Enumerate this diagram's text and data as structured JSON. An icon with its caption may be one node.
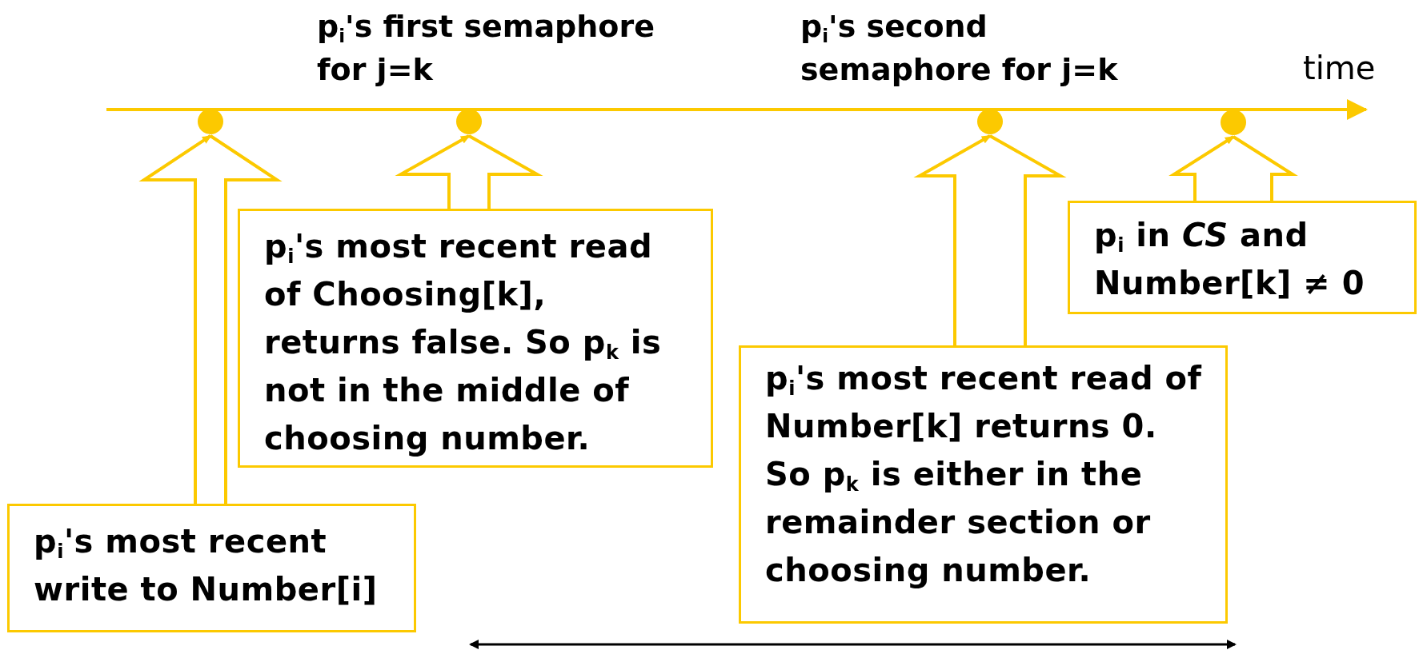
{
  "diagram": {
    "nodes": [
      {
        "text": [],
        "shape": "circle"
      },
      {
        "text": [],
        "shape": "circle",
        "beside": [
          "p$_{i}$'s first semaphore for j=k"
        ]
      },
      {
        "text": [],
        "shape": "circle",
        "beside": [
          "p$_{i}$'s second semaphore for j=k"
        ]
      },
      {
        "text": [],
        "shape": "circle"
      },
      {
        "text": [
          "p$_{i}$'s most recent write to Number[i]"
        ]
      },
      {
        "text": [
          "p$_{i}$'s most recent read of Choosing[k], returns false. So p$_{k}$ is not in the middle of choosing number."
        ]
      },
      {
        "text": [
          "p$_{i}$'s most recent read of Number[k] returns 0. So p$_{k}$ is either in the remainder section or choosing number."
        ]
      },
      {
        "text": [
          "p$_{i}$ in *CS* and Number[k] ≠ 0"
        ]
      }
    ],
    "edges": [
      {
        "from": 4,
        "to": 0,
        "arrow": "to"
      },
      {
        "from": 5,
        "to": 1,
        "arrow": "to"
      },
      {
        "from": 6,
        "to": 2,
        "arrow": "to"
      },
      {
        "from": 7,
        "to": 3,
        "arrow": "to"
      }
    ],
    "labels": [
      "time"
    ]
  }
}
